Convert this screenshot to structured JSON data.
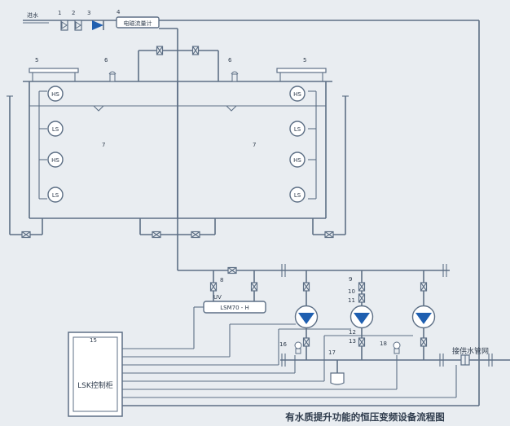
{
  "title": "有水质提升功能的恒压变频设备流程图",
  "inlet_label": "进水",
  "meter_label": "电磁流量计",
  "uv_label": "UV",
  "uv_model": "LSM70 - H",
  "controller_label": "LSK控制柜",
  "supply_label": "接供水管网",
  "sensor_labels": [
    "HS",
    "LS",
    "HS",
    "LS"
  ],
  "callouts": [
    "1",
    "2",
    "3",
    "4",
    "5",
    "6",
    "7",
    "8",
    "9",
    "10",
    "11",
    "12",
    "13",
    "15",
    "16",
    "17",
    "18"
  ],
  "colors": {
    "line": "#5d6f85",
    "pump": "#1f5fb0",
    "background": "#e9edf1"
  }
}
